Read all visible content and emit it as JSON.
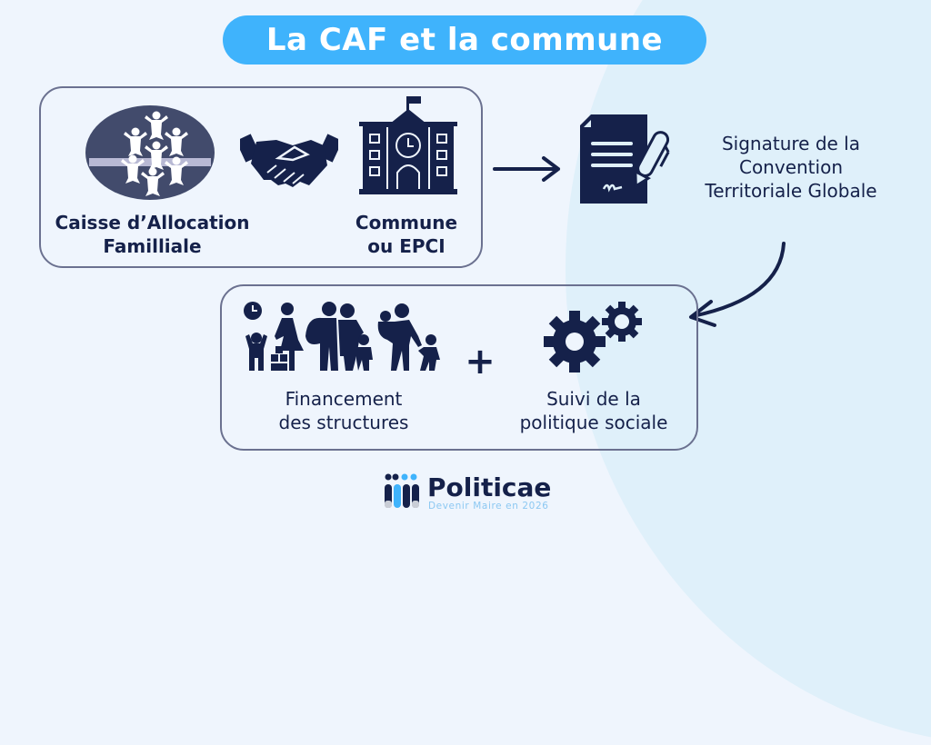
{
  "title": "La CAF et la commune",
  "colors": {
    "background": "#eff5fd",
    "background_circle": "#dff0fa",
    "title_pill": "#3fb3fc",
    "navy": "#15214a",
    "box_border": "#6b7190",
    "logo_accent": "#3fb3fc"
  },
  "top_group": {
    "left_entity": {
      "icon": "caf-logo-icon",
      "label_line1": "Caisse d’Allocation",
      "label_line2": "Familliale"
    },
    "middle_icon": "handshake-icon",
    "right_entity": {
      "icon": "town-hall-icon",
      "label_line1": "Commune",
      "label_line2": "ou EPCI"
    }
  },
  "signature_step": {
    "icon": "signed-document-icon",
    "label_line1": "Signature de la",
    "label_line2": "Convention",
    "label_line3": "Territoriale Globale"
  },
  "bottom_group": {
    "left": {
      "icon": "families-icon",
      "label_line1": "Financement",
      "label_line2": "des structures"
    },
    "operator": "+",
    "right": {
      "icon": "gears-icon",
      "label_line1": "Suivi de la",
      "label_line2": "politique sociale"
    }
  },
  "logo": {
    "name": "Politicae",
    "tagline": "Devenir Maire en 2026"
  }
}
